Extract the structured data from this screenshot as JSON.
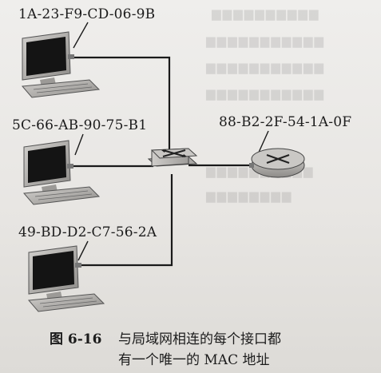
{
  "diagram": {
    "hosts": [
      {
        "mac": "1A-23-F9-CD-06-9B"
      },
      {
        "mac": "5C-66-AB-90-75-B1"
      },
      {
        "mac": "49-BD-D2-C7-56-2A"
      }
    ],
    "router": {
      "mac": "88-B2-2F-54-1A-0F"
    },
    "colors": {
      "wire": "#1a1a1a",
      "device_body": "#b5b3b0",
      "screen": "#141414"
    }
  },
  "caption": {
    "number": "图 6-16",
    "line1": "与局域网相连的每个接口都",
    "line2": "有一个唯一的 MAC 地址"
  }
}
